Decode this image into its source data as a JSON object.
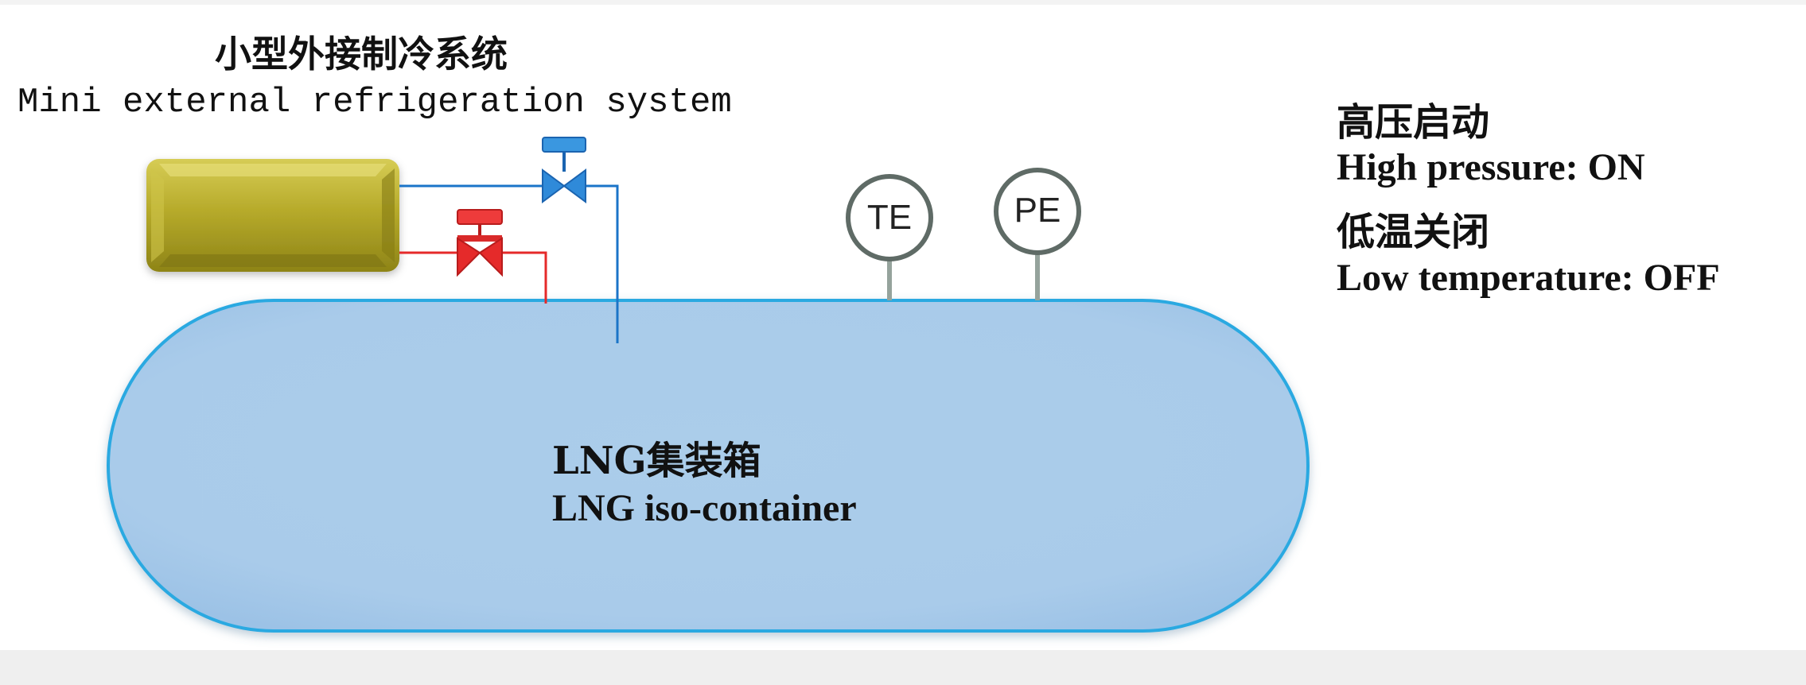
{
  "refrigeration": {
    "title_cn": "小型外接制冷系统",
    "title_en": "Mini external refrigeration system"
  },
  "status": {
    "high_pressure_cn": "高压启动",
    "high_pressure_en": "High pressure: ON",
    "low_temperature_cn": "低温关闭",
    "low_temperature_en": "Low temperature: OFF"
  },
  "tank": {
    "label_cn": "LNG集装箱",
    "label_en": "LNG iso-container"
  },
  "gauges": {
    "te": "TE",
    "pe": "PE"
  },
  "colors": {
    "tank_fill": "#a9cbea",
    "tank_stroke": "#29a9e1",
    "refrigeration_unit": "#b5a928",
    "cold_line": "#1b74c8",
    "hot_line": "#e52a2a",
    "gauge_stroke": "#5f6b66"
  },
  "icons": {
    "cold_valve": "gate-valve-icon",
    "hot_valve": "gate-valve-icon",
    "te_gauge": "temperature-gauge-icon",
    "pe_gauge": "pressure-gauge-icon"
  }
}
